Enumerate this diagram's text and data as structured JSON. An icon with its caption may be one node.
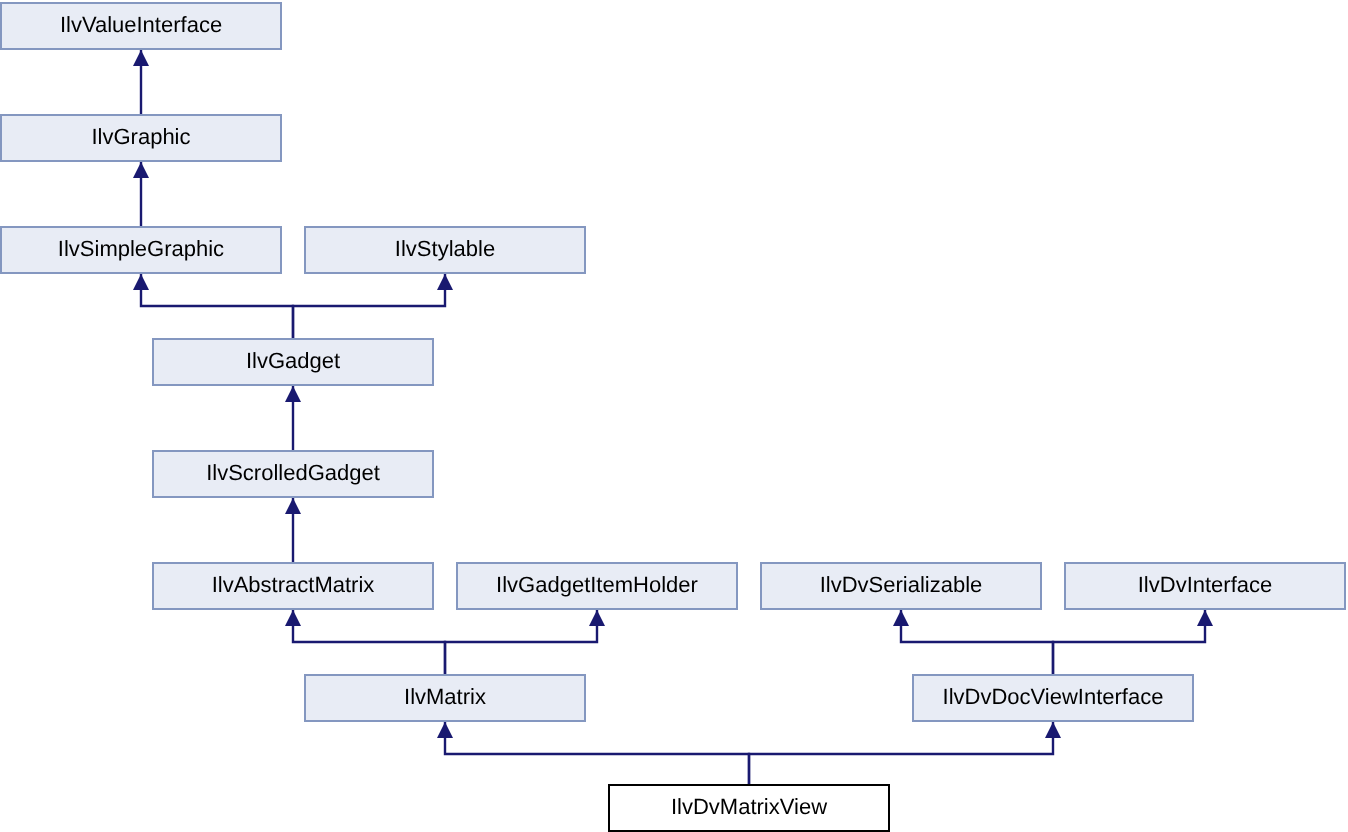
{
  "diagram": {
    "nodes": [
      {
        "text": [
          "IlvValueInterface"
        ]
      },
      {
        "text": [
          "IlvGraphic"
        ]
      },
      {
        "text": [
          "IlvSimpleGraphic"
        ]
      },
      {
        "text": [
          "IlvStylable"
        ]
      },
      {
        "text": [
          "IlvGadget"
        ]
      },
      {
        "text": [
          "IlvScrolledGadget"
        ]
      },
      {
        "text": [
          "IlvAbstractMatrix"
        ]
      },
      {
        "text": [
          "IlvGadgetItemHolder"
        ]
      },
      {
        "text": [
          "IlvDvSerializable"
        ]
      },
      {
        "text": [
          "IlvDvInterface"
        ]
      },
      {
        "text": [
          "IlvMatrix"
        ]
      },
      {
        "text": [
          "IlvDvDocViewInterface"
        ]
      },
      {
        "text": [
          "IlvDvMatrixView"
        ]
      }
    ],
    "edges": [
      {
        "from": 1,
        "to": 0,
        "arrow": "to"
      },
      {
        "from": 2,
        "to": 1,
        "arrow": "to"
      },
      {
        "from": 4,
        "to": 2,
        "arrow": "to"
      },
      {
        "from": 4,
        "to": 3,
        "arrow": "to"
      },
      {
        "from": 5,
        "to": 4,
        "arrow": "to"
      },
      {
        "from": 6,
        "to": 5,
        "arrow": "to"
      },
      {
        "from": 10,
        "to": 6,
        "arrow": "to"
      },
      {
        "from": 10,
        "to": 7,
        "arrow": "to"
      },
      {
        "from": 11,
        "to": 8,
        "arrow": "to"
      },
      {
        "from": 11,
        "to": 9,
        "arrow": "to"
      },
      {
        "from": 12,
        "to": 10,
        "arrow": "to"
      },
      {
        "from": 12,
        "to": 11,
        "arrow": "to"
      }
    ]
  }
}
